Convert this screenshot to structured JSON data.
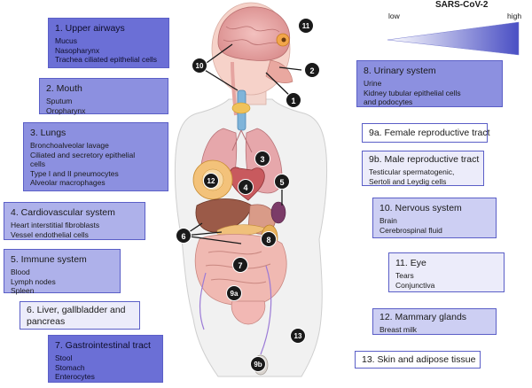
{
  "legend": {
    "title": "SARS-CoV-2",
    "low": "low",
    "high": "high"
  },
  "boxes": {
    "upper_airways": {
      "title": "1. Upper airways",
      "items": [
        "Mucus",
        "Nasopharynx",
        "Trachea ciliated epithelial cells"
      ]
    },
    "mouth": {
      "title": "2. Mouth",
      "items": [
        "Sputum",
        "Oropharynx"
      ]
    },
    "lungs": {
      "title": "3. Lungs",
      "items": [
        "Bronchoalveolar lavage",
        "Ciliated and secretory epithelial",
        "cells",
        "Type I and II pneumocytes",
        "Alveolar macrophages"
      ]
    },
    "cardiovascular": {
      "title": "4. Cardiovascular system",
      "items": [
        "Heart interstitial fibroblasts",
        "Vessel endothelial cells"
      ]
    },
    "immune": {
      "title": "5. Immune system",
      "items": [
        "Blood",
        "Lymph nodes",
        "Spleen"
      ]
    },
    "liver": {
      "title": "6. Liver, gallbladder and",
      "items": [
        "pancreas"
      ]
    },
    "gi": {
      "title": "7. Gastrointestinal tract",
      "items": [
        "Stool",
        "Stomach",
        "Enterocytes"
      ]
    },
    "urinary": {
      "title": "8. Urinary system",
      "items": [
        "Urine",
        "Kidney tubular epithelial cells",
        "and podocytes"
      ]
    },
    "female": {
      "title": "9a. Female reproductive tract",
      "items": []
    },
    "male": {
      "title": "9b. Male reproductive tract",
      "items": [
        "Testicular spermatogenic,",
        "Sertoli and Leydig cells"
      ]
    },
    "nervous": {
      "title": "10. Nervous system",
      "items": [
        "Brain",
        "Cerebrospinal fluid"
      ]
    },
    "eye": {
      "title": "11. Eye",
      "items": [
        "Tears",
        "Conjunctiva"
      ]
    },
    "mammary": {
      "title": "12. Mammary glands",
      "items": [
        "Breast milk"
      ]
    },
    "skin": {
      "title": "13. Skin and adipose tissue",
      "items": []
    }
  },
  "markers": [
    "1",
    "2",
    "3",
    "4",
    "5",
    "6",
    "7",
    "8",
    "9a",
    "9b",
    "10",
    "11",
    "12",
    "13"
  ],
  "colors": {
    "box_border": "#5b5fc7",
    "marker_fill": "#1a1a1a",
    "marker_text": "#ffffff",
    "gradient_end": "#4a4fc4"
  }
}
